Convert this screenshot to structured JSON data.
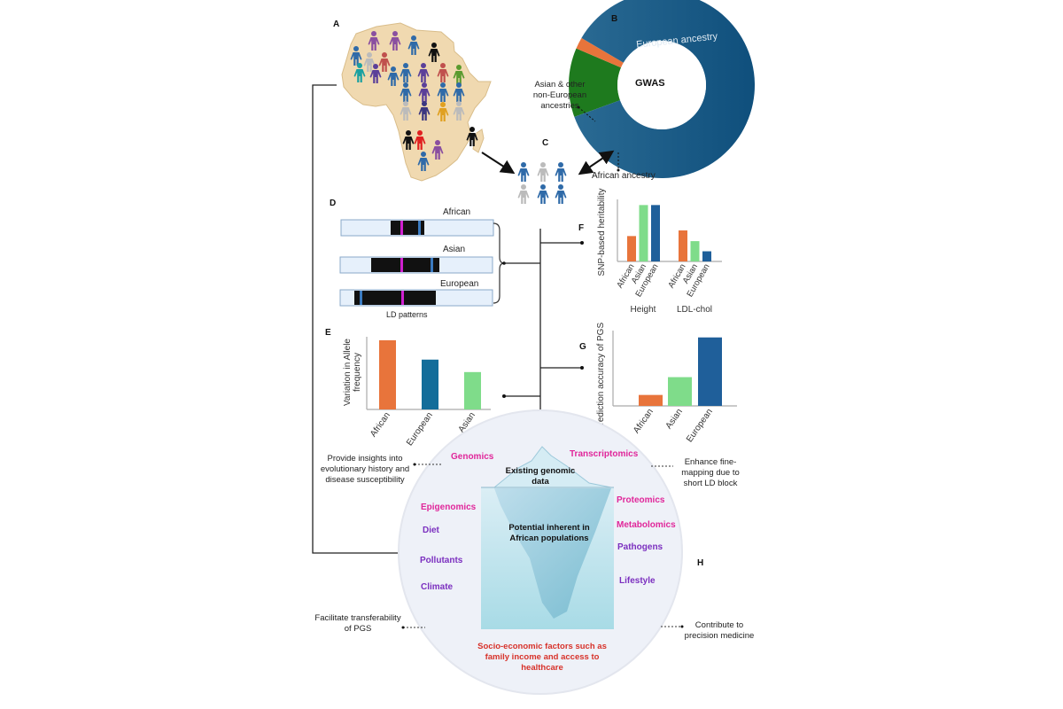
{
  "panels": {
    "A": {
      "letter": "A",
      "title": "African population diversity map",
      "person_colors": [
        "#8a4fa0",
        "#8a4fa0",
        "#2f6aa8",
        "#111111",
        "#2f6aa8",
        "#bbbbbb",
        "#c0504d",
        "#1aa0a0",
        "#5b3f99",
        "#2f6aa8",
        "#2f6aa8",
        "#5b3f99",
        "#c0504d",
        "#5a9a2e",
        "#2f6aa8",
        "#5b3f99",
        "#2f6aa8",
        "#2f6aa8",
        "#bbbbbb",
        "#3b3680",
        "#e0a020",
        "#bbbbbb",
        "#111111",
        "#e02020",
        "#8a4fa0",
        "#2f6aa8",
        "#111111"
      ]
    },
    "B": {
      "letter": "B",
      "center_label": "GWAS",
      "european_label": "European ancestry",
      "asian_label": "Asian & other non-European ancestries",
      "african_label": "African ancestry",
      "colors": {
        "european": "#1f5f8b",
        "asian": "#1e7a1e",
        "african": "#e8743b"
      }
    },
    "C": {
      "letter": "C",
      "person_colors": [
        "#2f6aa8",
        "#bbbbbb",
        "#2f6aa8",
        "#bbbbbb",
        "#2f6aa8",
        "#2f6aa8"
      ]
    },
    "D": {
      "letter": "D",
      "caption": "LD patterns",
      "tracks": [
        {
          "label": "African"
        },
        {
          "label": "Asian"
        },
        {
          "label": "European"
        }
      ]
    },
    "E": {
      "letter": "E"
    },
    "F": {
      "letter": "F"
    },
    "G": {
      "letter": "G"
    },
    "H": {
      "letter": "H",
      "iceberg_top": "Existing genomic data",
      "iceberg_bottom": "Potential inherent in African populations",
      "left_labels": [
        {
          "text": "Genomics",
          "color": "#e0269a"
        },
        {
          "text": "Epigenomics",
          "color": "#e0269a"
        },
        {
          "text": "Diet",
          "color": "#7b2fbf"
        },
        {
          "text": "Pollutants",
          "color": "#7b2fbf"
        },
        {
          "text": "Climate",
          "color": "#7b2fbf"
        }
      ],
      "right_labels": [
        {
          "text": "Transcriptomics",
          "color": "#e0269a"
        },
        {
          "text": "Proteomics",
          "color": "#e0269a"
        },
        {
          "text": "Metabolomics",
          "color": "#e0269a"
        },
        {
          "text": "Pathogens",
          "color": "#7b2fbf"
        },
        {
          "text": "Lifestyle",
          "color": "#7b2fbf"
        }
      ],
      "socio": "Socio-economic factors such as family income and access to healthcare",
      "outcomes": {
        "top_left": "Provide insights into evolutionary history and disease susceptibility",
        "top_right": "Enhance fine-mapping due to short LD block",
        "bottom_left": "Facilitate transferability of PGS",
        "bottom_right": "Contribute to precision medicine"
      }
    }
  },
  "chart_data": [
    {
      "id": "B",
      "type": "pie",
      "title": "GWAS",
      "labels": [
        "European ancestry",
        "Asian & other non-European ancestries",
        "African ancestry"
      ],
      "values": [
        86,
        12,
        2
      ],
      "colors": [
        "#1f5f8b",
        "#1e7a1e",
        "#e8743b"
      ]
    },
    {
      "id": "E",
      "type": "bar",
      "title": "",
      "xlabel": "",
      "ylabel": "Variation in Allele frequency",
      "categories": [
        "African",
        "European",
        "Asian"
      ],
      "values": [
        1.0,
        0.72,
        0.54
      ],
      "colors": [
        "#e8743b",
        "#136d9a",
        "#7fdc8a"
      ],
      "ylim": [
        0,
        1.05
      ],
      "grid": false
    },
    {
      "id": "F",
      "type": "bar",
      "title": "",
      "xlabel": "",
      "ylabel": "SNP-based heritability",
      "groups": [
        {
          "name": "Height",
          "categories": [
            "African",
            "Asian",
            "European"
          ],
          "values": [
            0.45,
            1.0,
            1.0
          ]
        },
        {
          "name": "LDL-chol",
          "categories": [
            "African",
            "Asian",
            "European"
          ],
          "values": [
            0.55,
            0.36,
            0.18
          ]
        }
      ],
      "colors": [
        "#e8743b",
        "#7fdc8a",
        "#1f5f9a"
      ],
      "ylim": [
        0,
        1.1
      ],
      "grid": false
    },
    {
      "id": "G",
      "type": "bar",
      "title": "",
      "xlabel": "",
      "ylabel": "Prediction accuracy of PGS",
      "categories": [
        "African",
        "Asian",
        "European"
      ],
      "values": [
        0.16,
        0.42,
        1.0
      ],
      "colors": [
        "#e8743b",
        "#7fdc8a",
        "#1f5f9a"
      ],
      "ylim": [
        0,
        1.1
      ],
      "grid": false
    }
  ]
}
